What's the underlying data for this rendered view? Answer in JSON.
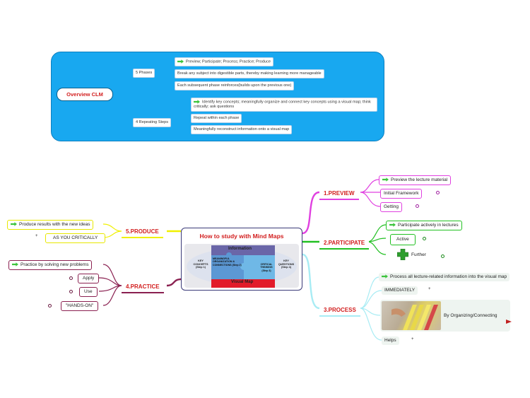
{
  "overview": {
    "title": "Overview CLM",
    "phases_label": "5 Phases",
    "phases": [
      "Preview; Participate; Process; Practice; Produce",
      "Break any subject into digestible parts, thereby making learning more manageable",
      "Each subsequent phase reinforces(builds upon the previous one)"
    ],
    "steps_label": "4 Repeating Steps",
    "steps": [
      "Identify key concepts; meaningfully organize and connect key concepts using a visual map; think critically; ask questions",
      "Repeat within each phase",
      "Meaningfully reconstruct information onto a visual map"
    ]
  },
  "center": {
    "title": "How to study with Mind Maps",
    "img_information": "Information",
    "img_visual_map": "Visual Map",
    "img_key_concepts": "KEY CONCEPTS (Step 1)",
    "img_meaningful": "MEANINGFUL ORGANIZATION & CONNECTIONS (Step 2)",
    "img_critical": "CRITICAL THINKING (Step 3)",
    "img_key_questions": "KEY QUESTIONS (Step 4)"
  },
  "preview": {
    "label": "1.PREVIEW",
    "items": [
      "Preview the lecture material",
      "Initial Framework",
      "Getting"
    ]
  },
  "participate": {
    "label": "2.PARTICIPATE",
    "items": [
      "Participate actively in lectures",
      "Active",
      "Further"
    ]
  },
  "process": {
    "label": "3.PROCESS",
    "items": [
      "Process all lecture-related information into the visual map",
      "IMMEDIATELY",
      "By Organizing/Connecting",
      "Helps"
    ]
  },
  "practice": {
    "label": "4.PRACTICE",
    "items": [
      "Practice by solving new problems",
      "Apply",
      "Use",
      "\"HANDS-ON\""
    ]
  },
  "produce": {
    "label": "5.PRODUCE",
    "items": [
      "Produce results with the new ideas",
      "AS YOU CRITICALLY"
    ]
  },
  "colors": {
    "overview_bg": "#18a8f0",
    "preview": "#e040e0",
    "participate": "#22c022",
    "process": "#a8ecf4",
    "practice": "#8a2050",
    "produce": "#f0f000",
    "label_red": "#d21e1e",
    "center_border": "#3a3a78"
  }
}
